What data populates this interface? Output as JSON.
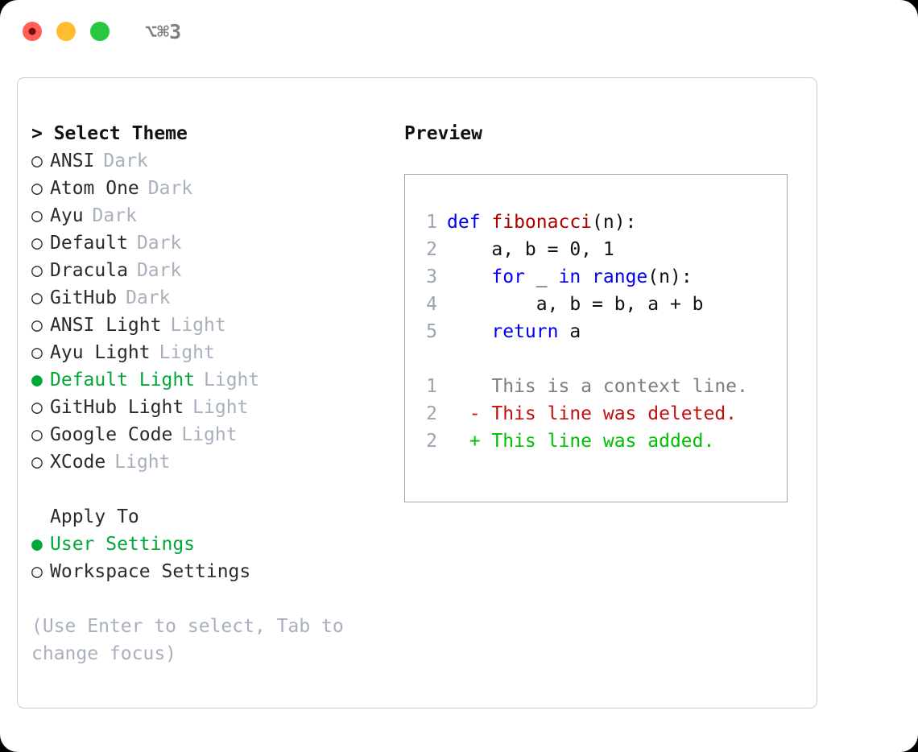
{
  "titlebar": {
    "shortcut": "⌥⌘3",
    "lights": [
      {
        "name": "close",
        "color": "#ff5f57"
      },
      {
        "name": "minimize",
        "color": "#febc2e"
      },
      {
        "name": "maximize",
        "color": "#28c840"
      }
    ]
  },
  "theme_picker": {
    "heading": "> Select Theme",
    "options": [
      {
        "marker": "○",
        "label": "ANSI",
        "tag": "Dark",
        "selected": false
      },
      {
        "marker": "○",
        "label": "Atom One",
        "tag": "Dark",
        "selected": false
      },
      {
        "marker": "○",
        "label": "Ayu",
        "tag": "Dark",
        "selected": false
      },
      {
        "marker": "○",
        "label": "Default",
        "tag": "Dark",
        "selected": false
      },
      {
        "marker": "○",
        "label": "Dracula",
        "tag": "Dark",
        "selected": false
      },
      {
        "marker": "○",
        "label": "GitHub",
        "tag": "Dark",
        "selected": false
      },
      {
        "marker": "○",
        "label": "ANSI Light",
        "tag": "Light",
        "selected": false
      },
      {
        "marker": "○",
        "label": "Ayu Light",
        "tag": "Light",
        "selected": false
      },
      {
        "marker": "●",
        "label": "Default Light",
        "tag": "Light",
        "selected": true
      },
      {
        "marker": "○",
        "label": "GitHub Light",
        "tag": "Light",
        "selected": false
      },
      {
        "marker": "○",
        "label": "Google Code",
        "tag": "Light",
        "selected": false
      },
      {
        "marker": "○",
        "label": "XCode",
        "tag": "Light",
        "selected": false
      }
    ]
  },
  "apply_to": {
    "heading": "Apply To",
    "options": [
      {
        "marker": "●",
        "label": "User Settings",
        "selected": true
      },
      {
        "marker": "○",
        "label": "Workspace Settings",
        "selected": false
      }
    ]
  },
  "hint": "(Use Enter to select, Tab to change focus)",
  "preview": {
    "title": "Preview",
    "code_lines": [
      {
        "no": "1",
        "tokens": [
          {
            "t": "def ",
            "c": "kw"
          },
          {
            "t": "fibonacci",
            "c": "fn"
          },
          {
            "t": "(n):",
            "c": "plain"
          }
        ]
      },
      {
        "no": "2",
        "tokens": [
          {
            "t": "    a, b = 0, 1",
            "c": "plain"
          }
        ]
      },
      {
        "no": "3",
        "tokens": [
          {
            "t": "    ",
            "c": "plain"
          },
          {
            "t": "for",
            "c": "kw"
          },
          {
            "t": " _ ",
            "c": "plain"
          },
          {
            "t": "in",
            "c": "kw"
          },
          {
            "t": " ",
            "c": "plain"
          },
          {
            "t": "range",
            "c": "kw"
          },
          {
            "t": "(n):",
            "c": "plain"
          }
        ]
      },
      {
        "no": "4",
        "tokens": [
          {
            "t": "        a, b = b, a + b",
            "c": "plain"
          }
        ]
      },
      {
        "no": "5",
        "tokens": [
          {
            "t": "    ",
            "c": "plain"
          },
          {
            "t": "return",
            "c": "kw"
          },
          {
            "t": " a",
            "c": "plain"
          }
        ]
      }
    ],
    "diff_lines": [
      {
        "no": "1",
        "sign": "  ",
        "text": "This is a context line.",
        "kind": "context"
      },
      {
        "no": "2",
        "sign": "- ",
        "text": "This line was deleted.",
        "kind": "del"
      },
      {
        "no": "2",
        "sign": "+ ",
        "text": "This line was added.",
        "kind": "add"
      }
    ]
  },
  "colors": {
    "selected_green": "#00a838",
    "tag_grey": "#a8b0bd",
    "keyword_blue": "#0000ee",
    "function_red": "#aa0000",
    "diff_delete_red": "#c21010",
    "diff_add_green": "#00c000",
    "lineno_grey": "#9aa5b1",
    "panel_border": "#c9ccd1",
    "preview_border": "#9aa8bc"
  }
}
